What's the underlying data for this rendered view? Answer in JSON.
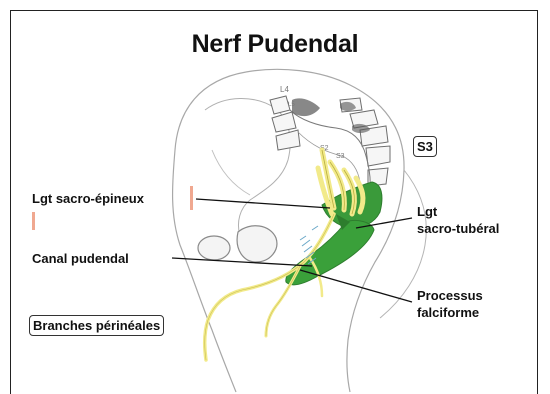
{
  "title": "Nerf Pudendal",
  "labels": {
    "s3": "S3",
    "lgt_sacro_epineux": "Lgt sacro-épineux",
    "lgt_sacro_tuberal_1": "Lgt",
    "lgt_sacro_tuberal_2": "sacro-tubéral",
    "canal_pudendal": "Canal pudendal",
    "processus_falciforme_1": "Processus",
    "processus_falciforme_2": "falciforme",
    "branches_perineales": "Branches périnéales"
  },
  "colors": {
    "ligament_green": "#3a9a3a",
    "nerve_yellow": "#f2ea8a",
    "accent_pink": "#f0a890",
    "outline_gray": "#9a9a9a"
  }
}
